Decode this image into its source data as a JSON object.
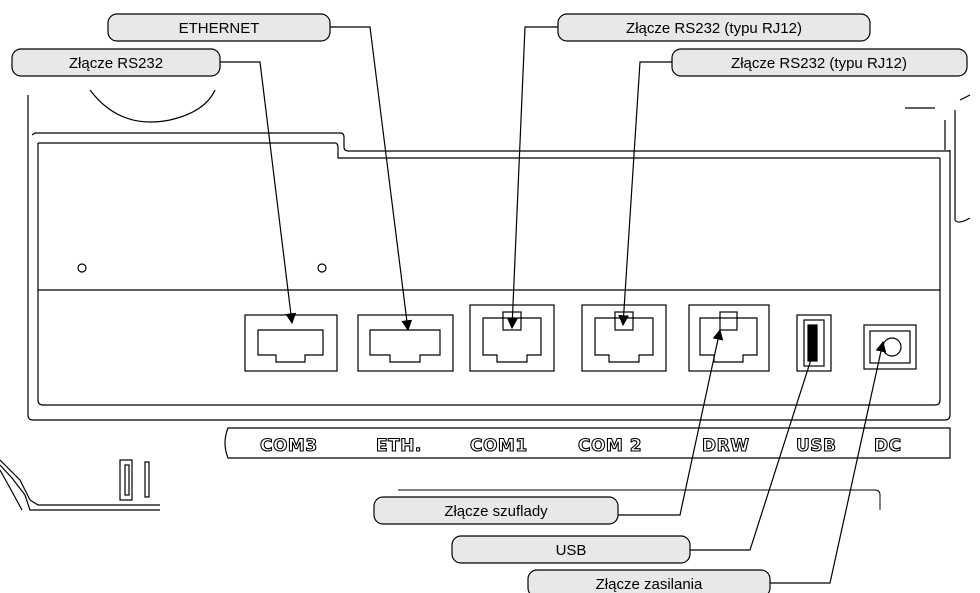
{
  "callouts": {
    "ethernet": "ETHERNET",
    "rs232_left": "Złącze RS232",
    "rs232_rj12_a": "Złącze RS232 (typu RJ12)",
    "rs232_rj12_b": "Złącze RS232 (typu RJ12)",
    "drawer": "Złącze szuflady",
    "usb": "USB",
    "power": "Złącze zasilania"
  },
  "port_labels": {
    "com3": "COM3",
    "eth": "ETH.",
    "com1": "COM1",
    "com2": "COM 2",
    "drw": "DRW",
    "usb": "USB",
    "dc": "DC"
  },
  "colors": {
    "callout_fill": "#e8e8e8",
    "stroke": "#000000",
    "background": "#ffffff"
  }
}
